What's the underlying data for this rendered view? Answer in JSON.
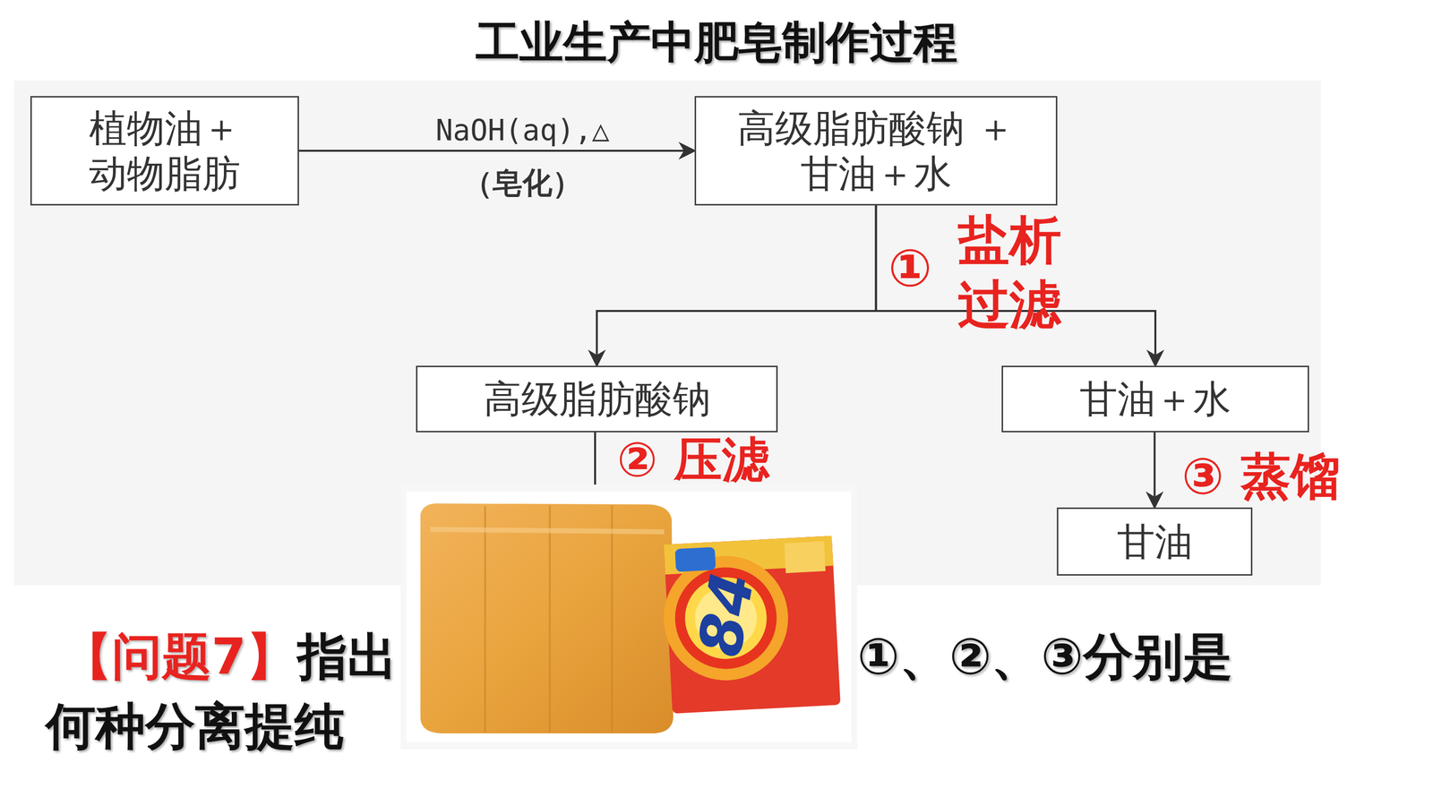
{
  "diagram": {
    "title": "工业生产中肥皂制作过程",
    "nodes": [
      {
        "text": [
          "植物油＋ 动物脂肪"
        ]
      },
      {
        "text": [
          "高级脂肪酸钠 ＋甘油＋水"
        ]
      },
      {
        "text": [
          "高级脂肪酸钠"
        ]
      },
      {
        "text": [
          "甘油＋水"
        ]
      },
      {
        "text": [
          "甘油"
        ]
      }
    ],
    "edges": [
      {
        "from": 0,
        "to": 1,
        "label": "NaOH(aq),△",
        "arrow": "to"
      },
      {
        "from": 1,
        "to": 2,
        "arrow": "to"
      },
      {
        "from": 1,
        "to": 3,
        "arrow": "to"
      },
      {
        "from": 3,
        "to": 4,
        "label": "③ 蒸馏",
        "arrow": "to"
      }
    ],
    "labels": [
      "（皂化）",
      "①",
      "盐析",
      "过滤",
      "② 压滤",
      "【问题7】",
      "指出",
      "①、②、③分别是",
      "何种分离提纯",
      "84"
    ]
  }
}
